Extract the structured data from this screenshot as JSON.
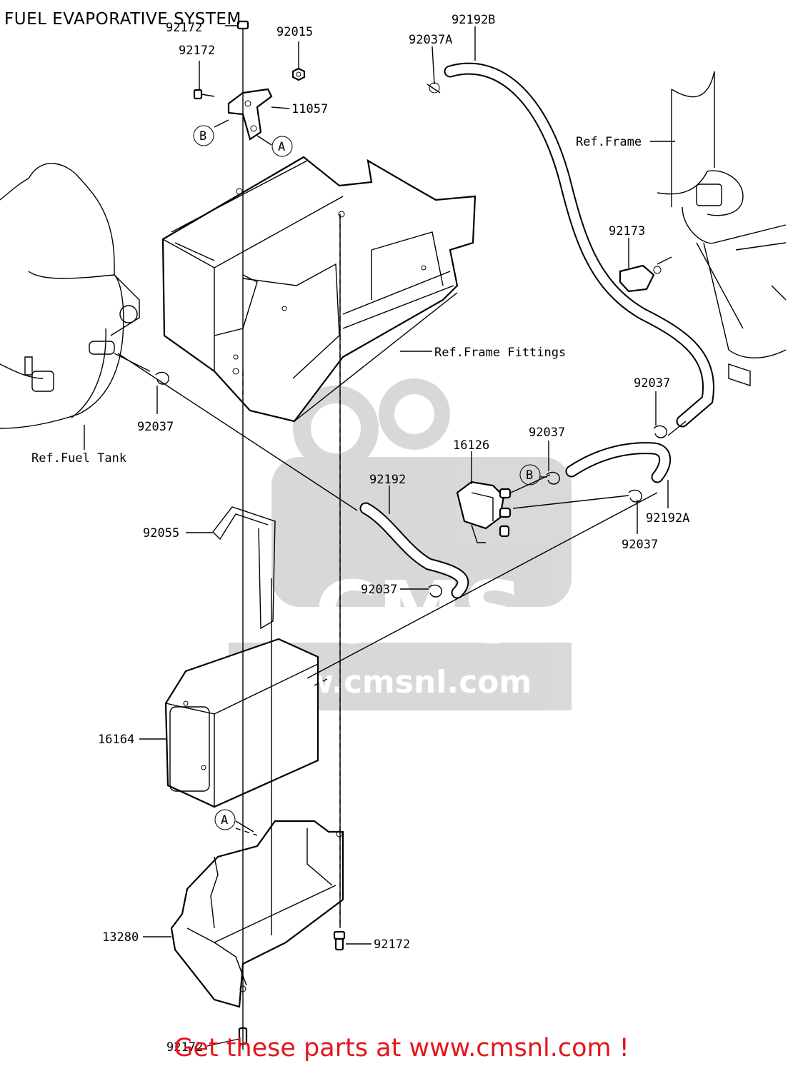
{
  "title": "FUEL EVAPORATIVE SYSTEM",
  "banner": "Get these parts at www.cmsnl.com !",
  "watermark": {
    "letters": "CMS",
    "url": "www.cmsnl.com",
    "color": "#b9b9b9"
  },
  "labels": {
    "p92172_top": "92172",
    "p92015": "92015",
    "p92172_left": "92172",
    "p11057": "11057",
    "p92037A": "92037A",
    "p92192B": "92192B",
    "ref_frame": "Ref.Frame",
    "p92173": "92173",
    "ref_frame_fittings": "Ref.Frame Fittings",
    "p92037_left": "92037",
    "ref_fuel_tank": "Ref.Fuel Tank",
    "p92037_right": "92037",
    "p16126": "16126",
    "p92037_mid": "92037",
    "p92192": "92192",
    "p92192A": "92192A",
    "p92037_lower": "92037",
    "p92055": "92055",
    "p92037_center": "92037",
    "p16164": "16164",
    "p13280": "13280",
    "p92172_bottom_right": "92172",
    "p92172_bottom": "92172"
  },
  "markers": {
    "b_top": "B",
    "a_top": "A",
    "b_mid": "B",
    "a_bottom": "A"
  },
  "colors": {
    "banner": "#e3161b",
    "lines": "#000000",
    "background": "#ffffff"
  }
}
